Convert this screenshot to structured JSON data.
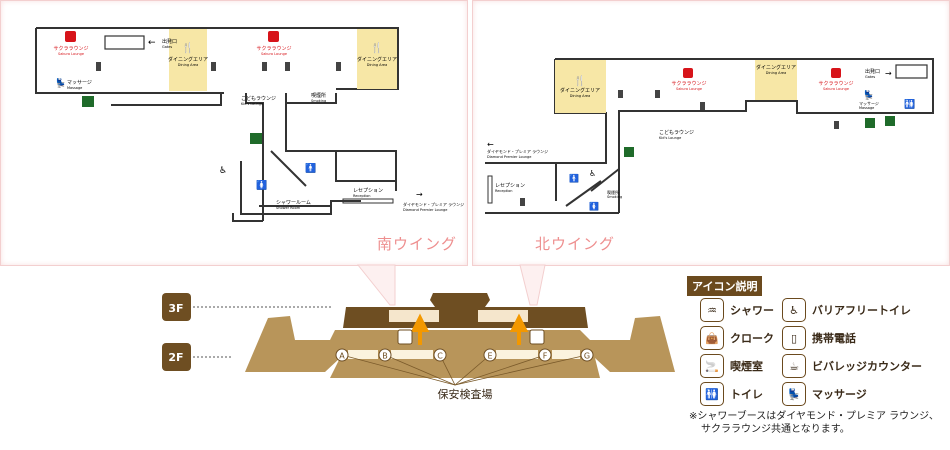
{
  "south": {
    "wing_label": "南ウイング",
    "lounge_jp": "サクララウンジ",
    "lounge_en": "Sakura Lounge",
    "dining_jp": "ダイニングエリア",
    "dining_en": "Dining Area",
    "gates_jp": "出発口",
    "gates_en": "Gates",
    "massage_jp": "マッサージ",
    "massage_en": "Massage",
    "kids_jp": "こどもラウンジ",
    "kids_en": "Kid's Lounge",
    "smoking_jp": "喫煙所",
    "smoking_en": "Smoking",
    "shower_jp": "シャワールーム",
    "shower_en": "Shower Room",
    "reception_jp": "レセプション",
    "reception_en": "Reception",
    "diamond_jp": "ダイヤモンド・プレミア ラウンジ",
    "diamond_en": "Diamond Premier Lounge"
  },
  "north": {
    "wing_label": "北ウイング",
    "lounge_jp": "サクララウンジ",
    "lounge_en": "Sakura Lounge",
    "dining_jp": "ダイニングエリア",
    "dining_en": "Dining Area",
    "gates_jp": "出発口",
    "gates_en": "Gates",
    "massage_jp": "マッサージ",
    "massage_en": "Massage",
    "kids_jp": "こどもラウンジ",
    "kids_en": "Kid's Lounge",
    "smoking_jp": "喫煙所",
    "smoking_en": "Smoking",
    "reception_jp": "レセプション",
    "reception_en": "Reception",
    "diamond_jp": "ダイヤモンド・プレミア ラウンジ",
    "diamond_en": "Diamond Premier Lounge"
  },
  "overview": {
    "floor_3f": "3F",
    "floor_2f": "2F",
    "checkpoints": [
      "A",
      "B",
      "C",
      "E",
      "F",
      "G"
    ],
    "security_label": "保安検査場"
  },
  "legend": {
    "title": "アイコン説明",
    "items": [
      {
        "icon": "shower-icon",
        "label": "シャワー"
      },
      {
        "icon": "accessible-toilet-icon",
        "label": "バリアフリートイレ"
      },
      {
        "icon": "cloakroom-icon",
        "label": "クローク"
      },
      {
        "icon": "mobile-phone-icon",
        "label": "携帯電話"
      },
      {
        "icon": "smoking-icon",
        "label": "喫煙室"
      },
      {
        "icon": "beverage-icon",
        "label": "ビバレッジカウンター"
      },
      {
        "icon": "toilet-icon",
        "label": "トイレ"
      },
      {
        "icon": "massage-icon",
        "label": "マッサージ"
      }
    ],
    "note_line1": "※シャワーブースはダイヤモンド・プレミア ラウンジ、",
    "note_line2": "サクララウンジ共通となります。"
  },
  "colors": {
    "brand_red": "#d7141a",
    "dining": "#f7e7a6",
    "floor2": "#b8955a",
    "floor3": "#6e4e22",
    "arrow": "#f39800",
    "wing_label": "#ee8f8f"
  }
}
